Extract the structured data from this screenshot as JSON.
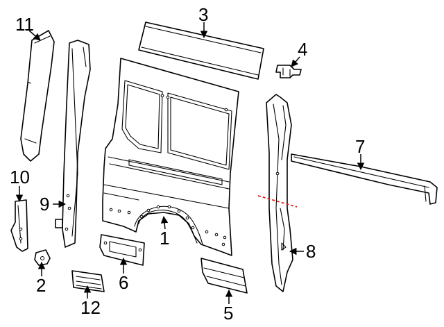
{
  "diagram": {
    "callouts": [
      {
        "id": "c1",
        "label": "1"
      },
      {
        "id": "c2",
        "label": "2"
      },
      {
        "id": "c3",
        "label": "3"
      },
      {
        "id": "c4",
        "label": "4"
      },
      {
        "id": "c5",
        "label": "5"
      },
      {
        "id": "c6",
        "label": "6"
      },
      {
        "id": "c7",
        "label": "7"
      },
      {
        "id": "c8",
        "label": "8"
      },
      {
        "id": "c9",
        "label": "9"
      },
      {
        "id": "c10",
        "label": "10"
      },
      {
        "id": "c11",
        "label": "11"
      },
      {
        "id": "c12",
        "label": "12"
      }
    ],
    "cut_line_color": "#e0201c",
    "line_color": "#000000"
  }
}
